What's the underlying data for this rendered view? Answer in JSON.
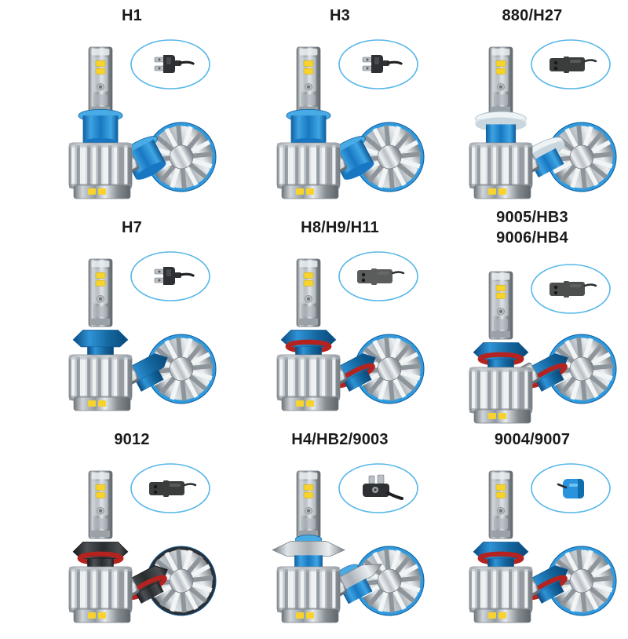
{
  "page": {
    "background": "#ffffff",
    "layout": "3x3 product grid of LED headlight bulb kits",
    "text_color": "#1a1a1a",
    "accent_blue": "#1f86d0",
    "light_blue": "#56b7e8",
    "silver": "#c9ced3",
    "led_yellow": "#f6d32d",
    "oring_red": "#b4231f",
    "connector_black": "#2e3033",
    "connector_grey": "#5a5d5b"
  },
  "cells": [
    {
      "id": "h1",
      "label": "H1",
      "label_lines": [
        "H1"
      ],
      "base_color": "#1f86d0",
      "base_style": "blue-cylinder",
      "connector_color": "#2e3033",
      "connector_style": "two-pin-plug",
      "oring": "none",
      "flange": "none"
    },
    {
      "id": "h3",
      "label": "H3",
      "label_lines": [
        "H3"
      ],
      "base_color": "#1f86d0",
      "base_style": "blue-cylinder",
      "connector_color": "#2e3033",
      "connector_style": "two-pin-plug",
      "oring": "none",
      "flange": "none"
    },
    {
      "id": "880-h27",
      "label": "880/H27",
      "label_lines": [
        "880/H27"
      ],
      "base_color": "#1f86d0",
      "base_style": "white-flange",
      "connector_color": "#3a3d3c",
      "connector_style": "barrel-connector",
      "oring": "none",
      "flange": "white-disc"
    },
    {
      "id": "h7",
      "label": "H7",
      "label_lines": [
        "H7"
      ],
      "base_color": "#1f86d0",
      "base_style": "blue-collar",
      "connector_color": "#2e3033",
      "connector_style": "two-pin-plug",
      "oring": "none",
      "flange": "blue-tab-collar"
    },
    {
      "id": "h8-h9-h11",
      "label": "H8/H9/H11",
      "label_lines": [
        "H8/H9/H11"
      ],
      "base_color": "#1f86d0",
      "base_style": "blue-collar-red-ring",
      "connector_color": "#5a5d5b",
      "connector_style": "barrel-connector",
      "oring": "#b4231f",
      "flange": "blue-tab-collar"
    },
    {
      "id": "9005-9006",
      "label": "9005/HB3 9006/HB4",
      "label_lines": [
        "9005/HB3",
        "9006/HB4"
      ],
      "base_color": "#1f86d0",
      "base_style": "blue-collar-red-ring",
      "connector_color": "#4c4f4d",
      "connector_style": "barrel-connector",
      "oring": "#b4231f",
      "flange": "blue-tab-collar"
    },
    {
      "id": "9012",
      "label": "9012",
      "label_lines": [
        "9012"
      ],
      "base_color": "#2b2f33",
      "base_style": "dark-collar-red-ring",
      "connector_color": "#3a3d3c",
      "connector_style": "barrel-connector",
      "oring": "#b4231f",
      "flange": "dark-tab-collar"
    },
    {
      "id": "h4-hb2-9003",
      "label": "H4/HB2/9003",
      "label_lines": [
        "H4/HB2/9003"
      ],
      "base_color": "#1f86d0",
      "base_style": "wide-silver-flange",
      "connector_color": "#2e3033",
      "connector_style": "three-prong-plug",
      "oring": "none",
      "flange": "silver-wide-disc"
    },
    {
      "id": "9004-9007",
      "label": "9004/9007",
      "label_lines": [
        "9004/9007"
      ],
      "base_color": "#1f86d0",
      "base_style": "blue-collar-red-ring",
      "connector_color": "#2a93dd",
      "connector_style": "blue-socket",
      "oring": "#b4231f",
      "flange": "blue-tab-collar"
    }
  ]
}
